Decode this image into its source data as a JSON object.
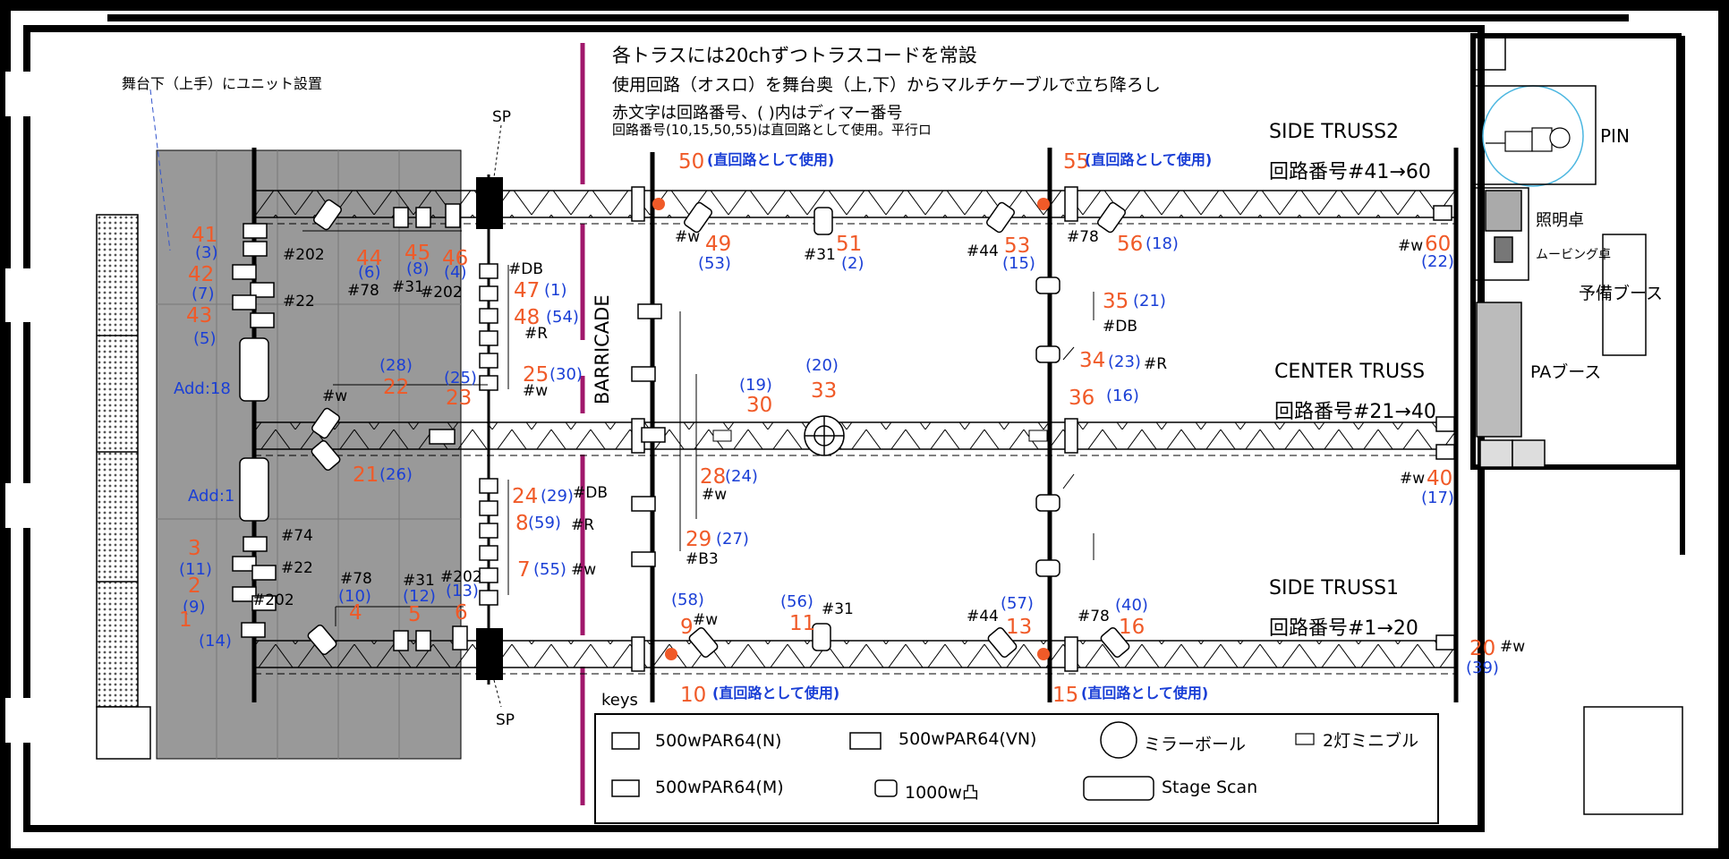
{
  "notes": {
    "line1": "各トラスには20chずつトラスコードを常設",
    "line2": "使用回路（オスロ）を舞台奥（上,下）からマルチケーブルで立ち降ろし",
    "line3": "赤文字は回路番号、( )内はディマー番号",
    "line4": "回路番号(10,15,50,55)は直回路として使用。平行ロ",
    "unit": "舞台下（上手）にユニット設置"
  },
  "labels": {
    "sp_top": "SP",
    "sp_bottom": "SP",
    "barricade": "BARRICADE",
    "side_truss2": "SIDE TRUSS2",
    "side_truss2_circuits": "回路番号#41→60",
    "center_truss": "CENTER TRUSS",
    "center_truss_circuits": "回路番号#21→40",
    "side_truss1": "SIDE TRUSS1",
    "side_truss1_circuits": "回路番号#1→20",
    "pin": "PIN",
    "console": "照明卓",
    "moving_console": "ムービング卓",
    "spare_booth": "予備ブース",
    "pa_booth": "PAブース",
    "add18": "Add:18",
    "add1": "Add:1"
  },
  "colors": {
    "circuit": "#f05a28",
    "dimmer": "#1a3fd6",
    "stage": "#999999",
    "magenta": "#a0176b",
    "wall": "#000000"
  },
  "keys": {
    "title": "keys",
    "par_n": "500wPAR64(N)",
    "par_vn": "500wPAR64(VN)",
    "mirror": "ミラーボール",
    "mini": "2灯ミニブル",
    "par_m": "500wPAR64(M)",
    "fresnel": "1000w凸",
    "scan": "Stage Scan"
  },
  "fixtures": [
    {
      "circuit": "50",
      "dimmer": "(直回路として使用)"
    },
    {
      "circuit": "55",
      "dimmer": "(直回路として使用)"
    },
    {
      "circuit": "49",
      "dimmer": "(53)",
      "gel": "#w"
    },
    {
      "circuit": "51",
      "dimmer": "(2)",
      "gel": "#31"
    },
    {
      "circuit": "53",
      "dimmer": "(15)",
      "gel": "#44"
    },
    {
      "circuit": "56",
      "dimmer": "(18)",
      "gel": "#78"
    },
    {
      "circuit": "60",
      "dimmer": "(22)",
      "gel": "#w"
    },
    {
      "circuit": "41",
      "dimmer": "(3)"
    },
    {
      "circuit": "42",
      "dimmer": "(7)",
      "gel": "#202"
    },
    {
      "circuit": "43",
      "dimmer": "(5)",
      "gel": "#22"
    },
    {
      "circuit": "44",
      "dimmer": "(6)",
      "gel": "#78"
    },
    {
      "circuit": "45",
      "dimmer": "(8)",
      "gel": "#31"
    },
    {
      "circuit": "46",
      "dimmer": "(4)",
      "gel": "#202"
    },
    {
      "circuit": "47",
      "dimmer": "(1)",
      "gel": "#DB"
    },
    {
      "circuit": "48",
      "dimmer": "(54)",
      "gel": "#R"
    },
    {
      "circuit": "25",
      "dimmer": "(30)",
      "gel": "#w"
    },
    {
      "circuit": "22",
      "dimmer": "(28)",
      "gel": "#w"
    },
    {
      "circuit": "23",
      "dimmer": "(25)"
    },
    {
      "circuit": "21",
      "dimmer": "(26)"
    },
    {
      "circuit": "30",
      "dimmer": "(19)"
    },
    {
      "circuit": "33",
      "dimmer": "(20)"
    },
    {
      "circuit": "28",
      "dimmer": "(24)",
      "gel": "#w"
    },
    {
      "circuit": "29",
      "dimmer": "(27)",
      "gel": "#B3"
    },
    {
      "circuit": "35",
      "dimmer": "(21)",
      "gel": "#DB"
    },
    {
      "circuit": "34",
      "dimmer": "(23)",
      "gel": "#R"
    },
    {
      "circuit": "36",
      "dimmer": "(16)"
    },
    {
      "circuit": "40",
      "dimmer": "(17)",
      "gel": "#w"
    },
    {
      "circuit": "24",
      "dimmer": "(29)",
      "gel": "#DB"
    },
    {
      "circuit": "8",
      "dimmer": "(59)",
      "gel": "#R"
    },
    {
      "circuit": "7",
      "dimmer": "(55)",
      "gel": "#w"
    },
    {
      "circuit": "3",
      "dimmer": "(11)",
      "gel": "#74"
    },
    {
      "circuit": "2",
      "dimmer": "(9)",
      "gel": "#22"
    },
    {
      "circuit": "1",
      "dimmer": "(14)",
      "gel": "#202"
    },
    {
      "circuit": "4",
      "dimmer": "(10)",
      "gel": "#78"
    },
    {
      "circuit": "5",
      "dimmer": "(12)",
      "gel": "#31"
    },
    {
      "circuit": "6",
      "dimmer": "(13)",
      "gel": "#202"
    },
    {
      "circuit": "9",
      "dimmer": "(58)",
      "gel": "#w"
    },
    {
      "circuit": "11",
      "dimmer": "(56)",
      "gel": "#31"
    },
    {
      "circuit": "13",
      "dimmer": "(57)",
      "gel": "#44"
    },
    {
      "circuit": "16",
      "dimmer": "(40)",
      "gel": "#78"
    },
    {
      "circuit": "20",
      "dimmer": "(39)",
      "gel": "#w"
    },
    {
      "circuit": "10",
      "dimmer": "(直回路として使用)"
    },
    {
      "circuit": "15",
      "dimmer": "(直回路として使用)"
    }
  ]
}
